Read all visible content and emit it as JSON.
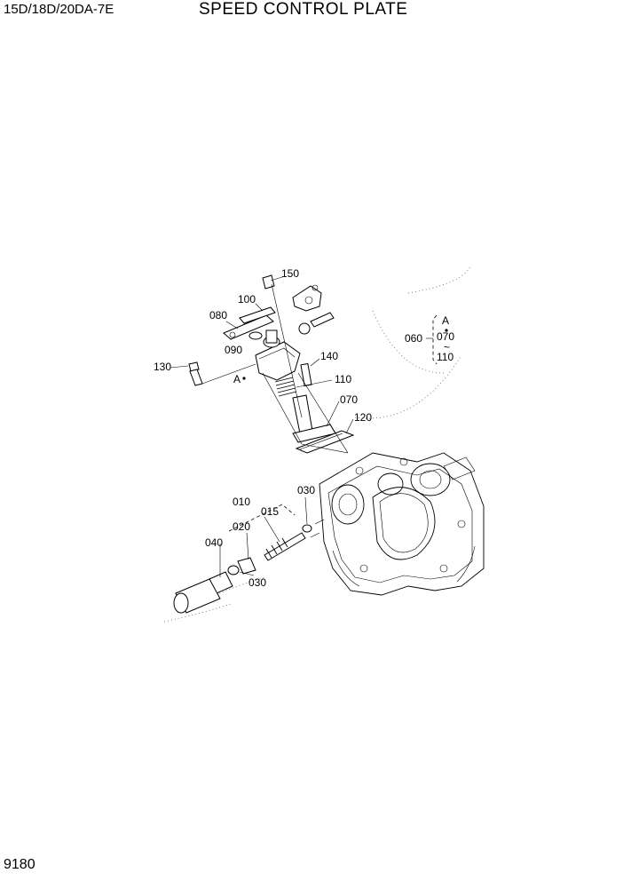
{
  "header": {
    "model": "15D/18D/20DA-7E",
    "title": "SPEED CONTROL PLATE"
  },
  "footer": {
    "page_number": "9180"
  },
  "callouts": {
    "c150": "150",
    "c100": "100",
    "c080": "080",
    "c090": "090",
    "c130": "130",
    "cA": "A",
    "c140": "140",
    "c110": "110",
    "c070": "070",
    "c120": "120",
    "c030a": "030",
    "c010": "010",
    "c015": "015",
    "c020": "020",
    "c040": "040",
    "c030b": "030"
  },
  "detail_box": {
    "ref": "A",
    "label": "060",
    "from": "070",
    "range": "~",
    "to": "110"
  }
}
